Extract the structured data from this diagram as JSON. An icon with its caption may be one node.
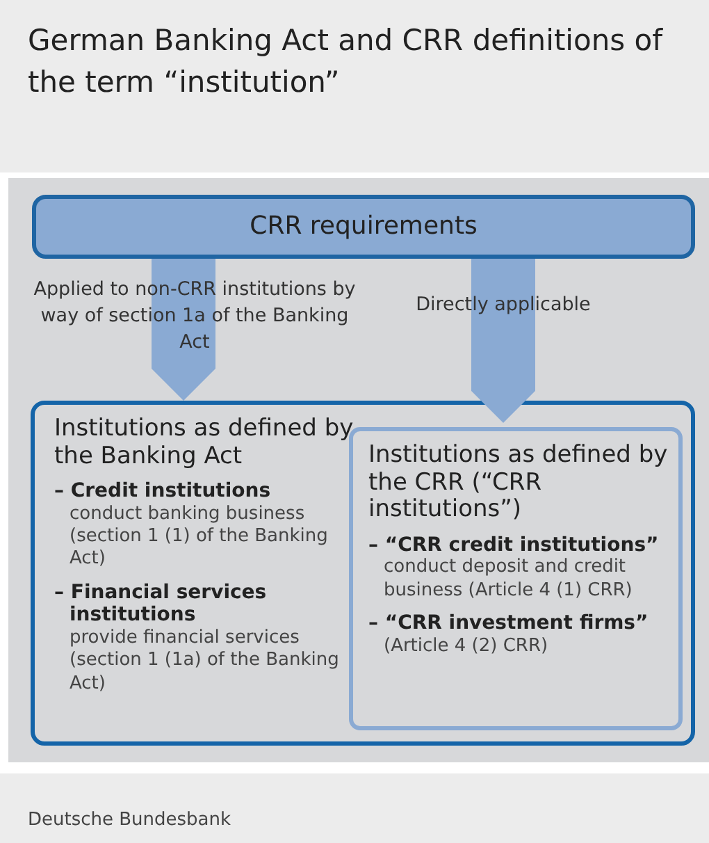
{
  "diagram": {
    "title": "German Banking Act and CRR definitions of the term “institution”",
    "nodes": [
      {
        "text": [
          "CRR requirements"
        ]
      },
      {
        "text": [
          "Institutions as defined by the Banking Act",
          "– Credit institutions",
          "conduct banking business (section 1 (1) of the Banking Act)",
          "– Financial services institutions",
          "provide financial services (section 1 (1a) of the Banking Act)"
        ]
      },
      {
        "text": [
          "Institutions as defined by the CRR (“CRR institutions”)",
          "– “CRR credit institutions”",
          "conduct deposit and credit business (Article 4 (1) CRR)",
          "– “CRR investment firms”",
          "(Article 4 (2) CRR)"
        ],
        "in": 1
      }
    ],
    "edges": [
      {
        "from": 0,
        "to": 1,
        "arrow": "to",
        "label": "Applied to non-CRR institutions by way of section 1a of the Banking Act"
      },
      {
        "from": 0,
        "to": 2,
        "arrow": "to",
        "label": "Directly applicable"
      }
    ],
    "labels": [
      "Deutsche Bundesbank"
    ]
  }
}
